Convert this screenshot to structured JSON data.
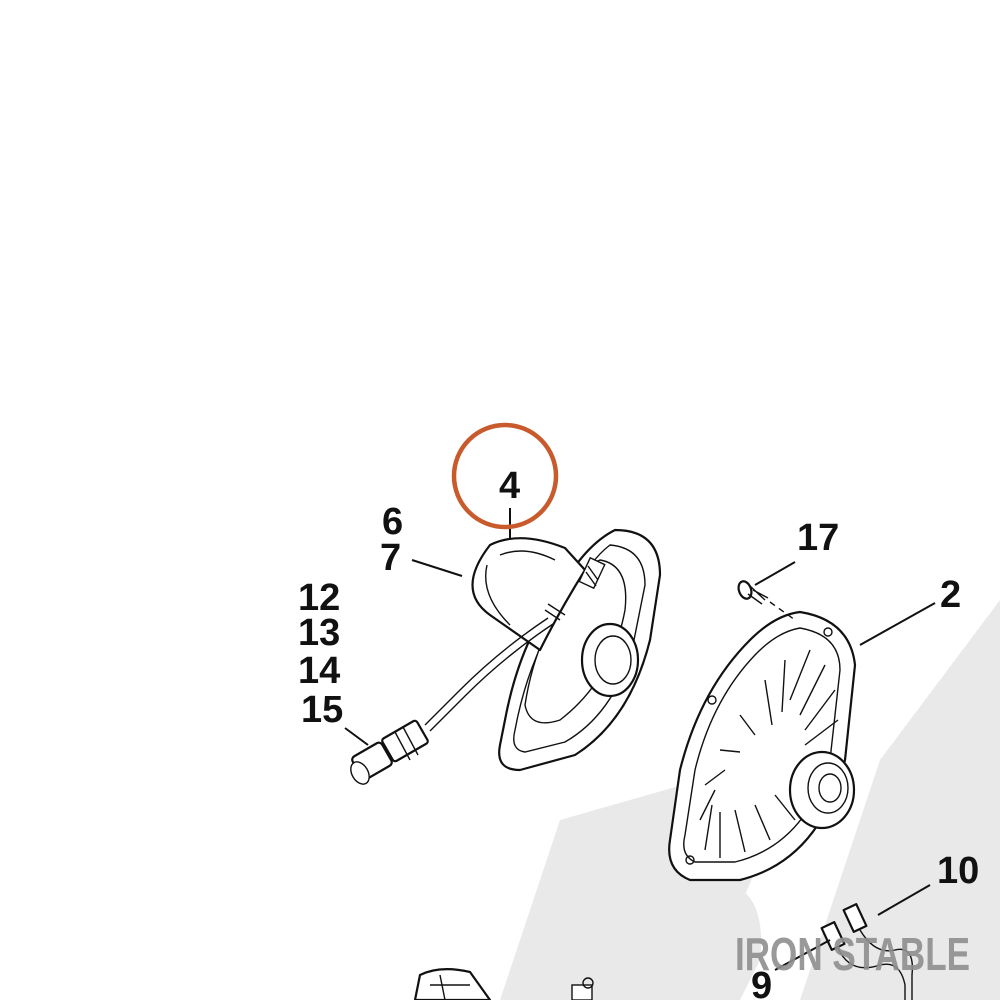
{
  "callouts": {
    "c4": "4",
    "c6": "6",
    "c7": "7",
    "c12": "12",
    "c13": "13",
    "c14": "14",
    "c15": "15",
    "c17": "17",
    "c2": "2",
    "c10": "10",
    "c9": "9"
  },
  "watermark": "IRON STABLE",
  "highlight_color": "#c85a2c"
}
